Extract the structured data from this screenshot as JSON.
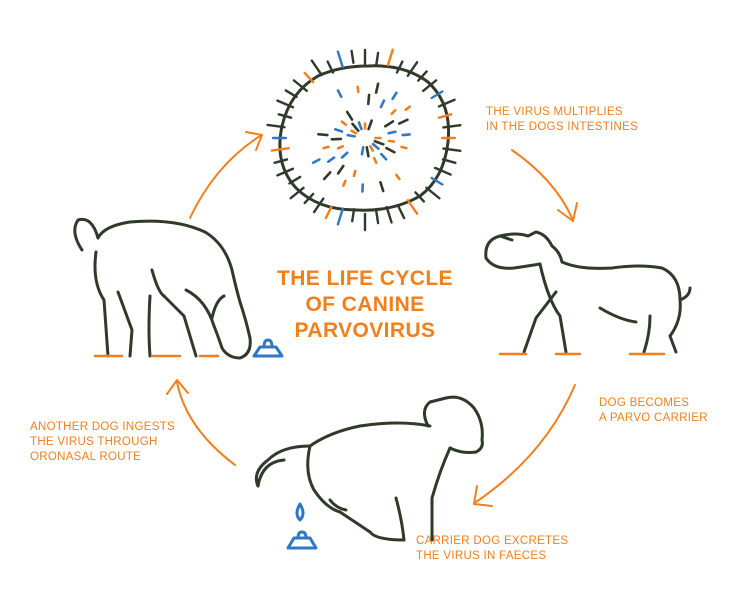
{
  "title": {
    "line1": "THE LIFE CYCLE",
    "line2": "OF CANINE",
    "line3": "PARVOVIRUS"
  },
  "steps": [
    {
      "line1": "THE VIRUS MULTIPLIES",
      "line2": "IN THE DOGS INTESTINES"
    },
    {
      "line1": "DOG BECOMES",
      "line2": "A PARVO CARRIER"
    },
    {
      "line1": "CARRIER DOG EXCRETES",
      "line2": "THE VIRUS IN FAECES"
    },
    {
      "line1": "ANOTHER DOG INGESTS",
      "line2": "THE VIRUS THROUGH",
      "line3": "ORONASAL ROUTE"
    }
  ],
  "colors": {
    "accent": "#f07f1d",
    "outline": "#2f3a2a",
    "virus_blue": "#2e78c4"
  },
  "icons": [
    "virus-icon",
    "sick-dog-icon",
    "defecating-dog-icon",
    "sniffing-dog-icon",
    "feces-icon",
    "cycle-arrow-icon"
  ]
}
